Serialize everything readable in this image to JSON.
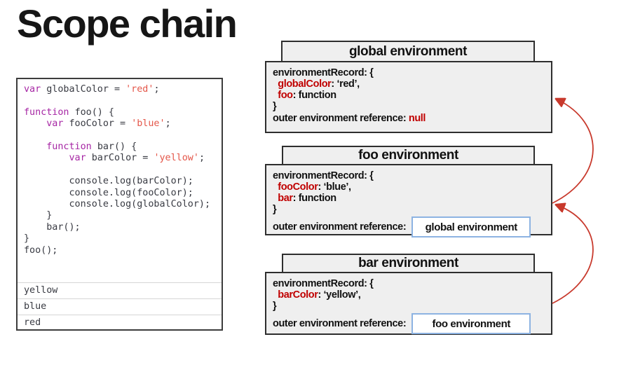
{
  "title": "Scope chain",
  "colors": {
    "keyword": "#a626a4",
    "string": "#e45649",
    "code_text": "#383a42",
    "env_red": "#c00000",
    "arrow": "#c8392c",
    "box_fill": "#efefef",
    "ref_border": "#8db3e2"
  },
  "code": {
    "lines": [
      [
        {
          "t": "var ",
          "k": "kw"
        },
        {
          "t": "globalColor = "
        },
        {
          "t": "'red'",
          "k": "str"
        },
        {
          "t": ";"
        }
      ],
      [],
      [
        {
          "t": "function ",
          "k": "kw"
        },
        {
          "t": "foo() {"
        }
      ],
      [
        {
          "t": "    "
        },
        {
          "t": "var ",
          "k": "kw"
        },
        {
          "t": "fooColor = "
        },
        {
          "t": "'blue'",
          "k": "str"
        },
        {
          "t": ";"
        }
      ],
      [],
      [
        {
          "t": "    "
        },
        {
          "t": "function ",
          "k": "kw"
        },
        {
          "t": "bar() {"
        }
      ],
      [
        {
          "t": "        "
        },
        {
          "t": "var ",
          "k": "kw"
        },
        {
          "t": "barColor = "
        },
        {
          "t": "'yellow'",
          "k": "str"
        },
        {
          "t": ";"
        }
      ],
      [],
      [
        {
          "t": "        console.log(barColor);"
        }
      ],
      [
        {
          "t": "        console.log(fooColor);"
        }
      ],
      [
        {
          "t": "        console.log(globalColor);"
        }
      ],
      [
        {
          "t": "    }"
        }
      ],
      [
        {
          "t": "    bar();"
        }
      ],
      [
        {
          "t": "}"
        }
      ],
      [
        {
          "t": "foo();"
        }
      ]
    ],
    "outputs": [
      "yellow",
      "blue",
      "red"
    ]
  },
  "environments": [
    {
      "title": "global environment",
      "record_lines": [
        [
          {
            "t": "environmentRecord: {"
          }
        ],
        [
          {
            "t": "  "
          },
          {
            "t": "globalColor",
            "red": true
          },
          {
            "t": ": ‘red’,"
          }
        ],
        [
          {
            "t": "  "
          },
          {
            "t": "foo",
            "red": true
          },
          {
            "t": ": function"
          }
        ],
        [
          {
            "t": "}"
          }
        ]
      ],
      "outer_label": "outer environment reference: ",
      "outer_value": "null"
    },
    {
      "title": "foo environment",
      "record_lines": [
        [
          {
            "t": "environmentRecord: {"
          }
        ],
        [
          {
            "t": "  "
          },
          {
            "t": "fooColor",
            "red": true
          },
          {
            "t": ": ‘blue’,"
          }
        ],
        [
          {
            "t": "  "
          },
          {
            "t": "bar",
            "red": true
          },
          {
            "t": ": function"
          }
        ],
        [
          {
            "t": "}"
          }
        ]
      ],
      "outer_label": "outer environment reference:",
      "outer_ref_box": "global environment"
    },
    {
      "title": "bar environment",
      "record_lines": [
        [
          {
            "t": "environmentRecord: {"
          }
        ],
        [
          {
            "t": "  "
          },
          {
            "t": "barColor",
            "red": true
          },
          {
            "t": ": ‘yellow’,"
          }
        ],
        [
          {
            "t": "}"
          }
        ]
      ],
      "outer_label": "outer environment reference:",
      "outer_ref_box": "foo environment"
    }
  ]
}
